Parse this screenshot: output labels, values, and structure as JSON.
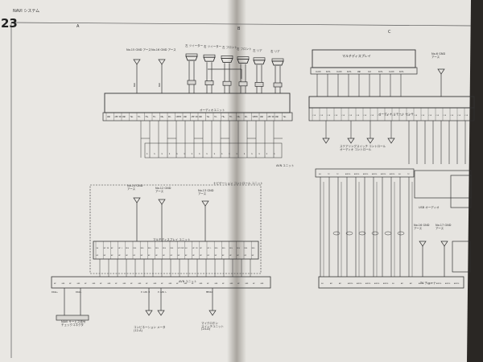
{
  "page": {
    "number": "23",
    "section": "NAVI システム",
    "grid_cols": [
      "A",
      "B",
      "C"
    ]
  },
  "upper_left": {
    "ground_points": [
      {
        "label": "No.15 GND\nアース"
      },
      {
        "label": "No.16 GND\nアース"
      }
    ],
    "speakers": [
      {
        "label": "左 ツイーター"
      },
      {
        "label": "右 ツイーター"
      },
      {
        "label": "左 フロント"
      },
      {
        "label": "右 フロント"
      },
      {
        "label": "左 リア"
      },
      {
        "label": "右 リア"
      }
    ],
    "unit_label": "オーディオユニット",
    "connector_labels": [
      "GND",
      "AMP ON",
      "GND",
      "TW+",
      "TW-",
      "FR+",
      "FR-",
      "RR+",
      "RR-",
      "SPEED"
    ]
  },
  "upper_right": {
    "unit_title": "マルチディスプレイ",
    "unit_label": "オーディオ リモート センサ",
    "signal_labels": [
      "CLOCK",
      "DATA",
      "CLOCK",
      "DATA",
      "GND",
      "CLK",
      "DATA"
    ],
    "note": "ステアリングスイッチ コントロール\nオーディオ コントロール",
    "ground_label": "No.6 GND\nアース"
  },
  "lower_left": {
    "ground_points": [
      {
        "label": "No.14 GND\nアース"
      },
      {
        "label": "No.12 GND\nアース"
      },
      {
        "label": "No.13 GND\nアース"
      }
    ],
    "dashed_box_label": "ナビゲーション コントロール ユニット",
    "unit_label": "マルチディスプレイ ユニット",
    "connector_labels": [
      "SH",
      "HP IN",
      "HP",
      "HP L",
      "RES",
      "RES",
      "RES",
      "RES",
      "RES",
      "RES",
      "RES",
      "SYSTEM"
    ],
    "bottom_connector": "AVN ユニット",
    "bottom_labels": [
      "DIAG+",
      "DIAG-",
      "P.CAN H",
      "P.CAN L",
      "MEDIA"
    ],
    "diag_label": "NAVI サービス信号\nチェックコネクタ",
    "combo_meter_label": "コンビネーション メータ\n(12-A)",
    "micro_label": "マイクロホン\nスイッチユニット\n(24-D)"
  },
  "lower_right": {
    "avn_label": "AVN ユニット",
    "signal_labels": [
      "SH",
      "TV",
      "TV",
      "AUDIO",
      "AUDIO",
      "AUDIO",
      "AUDIO",
      "AUDIO",
      "AUDIO"
    ],
    "bottom_labels": [
      "SH",
      "AM",
      "AM",
      "AUDIO",
      "AUDIO",
      "AUDIO",
      "AUDIO",
      "AUDIO"
    ],
    "usb_label": "USB オーディオ",
    "tuner_label": "TV チューナ",
    "ground_points": [
      {
        "label": "No.16 GND\nアース"
      },
      {
        "label": "No.17 GND\nアース"
      }
    ]
  }
}
